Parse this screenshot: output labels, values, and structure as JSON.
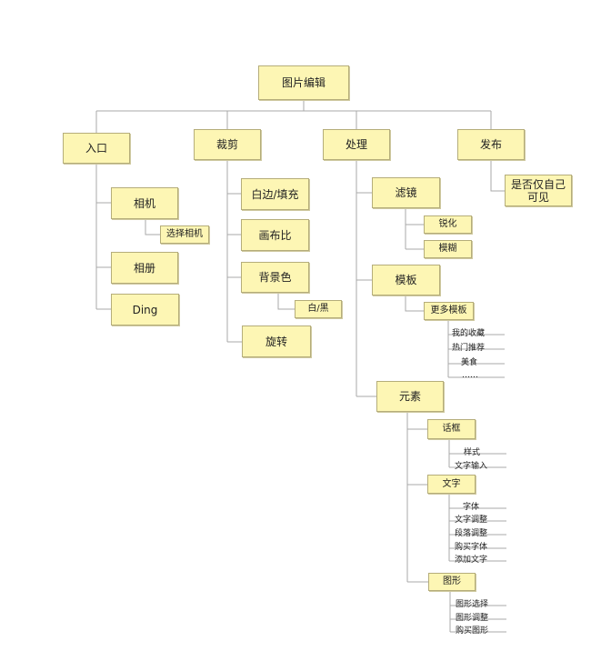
{
  "root": "图片编辑",
  "branches": {
    "entry": {
      "label": "入口",
      "children": [
        "相机",
        "选择相机",
        "相册",
        "Ding"
      ]
    },
    "crop": {
      "label": "裁剪",
      "children": [
        "白边/填充",
        "画布比",
        "背景色",
        "白/黑",
        "旋转"
      ]
    },
    "process": {
      "label": "处理",
      "filter": {
        "label": "滤镜",
        "children": [
          "锐化",
          "模糊"
        ]
      },
      "template": {
        "label": "模板",
        "more": "更多模板",
        "leaves": [
          "我的收藏",
          "热门推荐",
          "美食",
          "……"
        ]
      },
      "element": {
        "label": "元素",
        "bubble": {
          "label": "话框",
          "leaves": [
            "样式",
            "文字输入"
          ]
        },
        "text": {
          "label": "文字",
          "leaves": [
            "字体",
            "文字调整",
            "段落调整",
            "购买字体",
            "添加文字"
          ]
        },
        "shape": {
          "label": "图形",
          "leaves": [
            "图形选择",
            "图形调整",
            "购买图形"
          ]
        }
      }
    },
    "publish": {
      "label": "发布",
      "private": "是否仅自己\n可见"
    }
  },
  "colors": {
    "box_fill": "#fdf6b4",
    "box_border": "#b5ad7a",
    "line": "#a9a9a9"
  }
}
